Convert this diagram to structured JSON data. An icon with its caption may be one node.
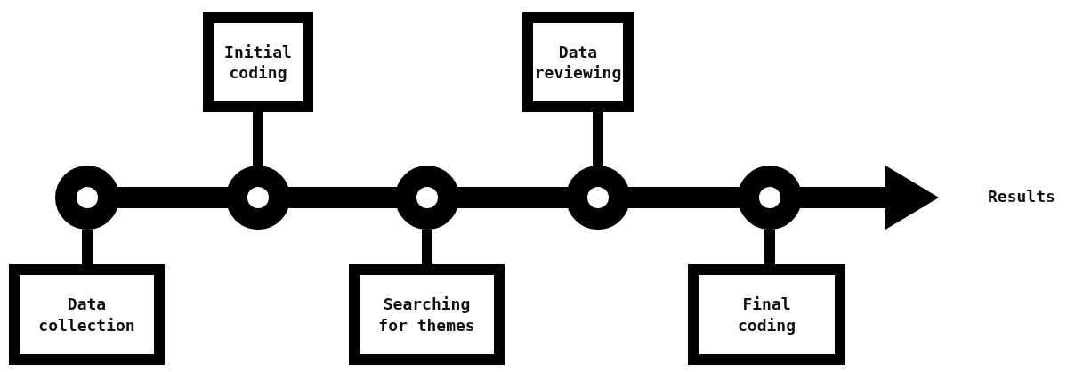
{
  "diagram": {
    "nodes": [
      {
        "text": [],
        "shape": "circle"
      },
      {
        "text": [],
        "shape": "circle"
      },
      {
        "text": [],
        "shape": "circle"
      },
      {
        "text": [],
        "shape": "circle"
      },
      {
        "text": [],
        "shape": "circle"
      },
      {
        "text": [
          "Data collection"
        ]
      },
      {
        "text": [
          "Initial coding"
        ]
      },
      {
        "text": [
          "Searching for themes"
        ]
      },
      {
        "text": [
          "**Data** reviewing"
        ]
      },
      {
        "text": [
          "Final coding"
        ]
      },
      {
        "text": [
          "Results"
        ]
      }
    ],
    "edges": [
      {
        "from": 0,
        "to": 1,
        "arrow": "none",
        "style": "thick"
      },
      {
        "from": 1,
        "to": 2,
        "arrow": "none",
        "style": "thick"
      },
      {
        "from": 2,
        "to": 3,
        "arrow": "none",
        "style": "thick"
      },
      {
        "from": 3,
        "to": 4,
        "arrow": "none",
        "style": "thick"
      },
      {
        "from": 4,
        "to": 10,
        "arrow": "to",
        "style": "thick"
      },
      {
        "from": 5,
        "to": 0,
        "arrow": "none"
      },
      {
        "from": 6,
        "to": 1,
        "arrow": "none"
      },
      {
        "from": 7,
        "to": 2,
        "arrow": "none"
      },
      {
        "from": 8,
        "to": 3,
        "arrow": "none"
      },
      {
        "from": 9,
        "to": 4,
        "arrow": "none"
      }
    ]
  }
}
